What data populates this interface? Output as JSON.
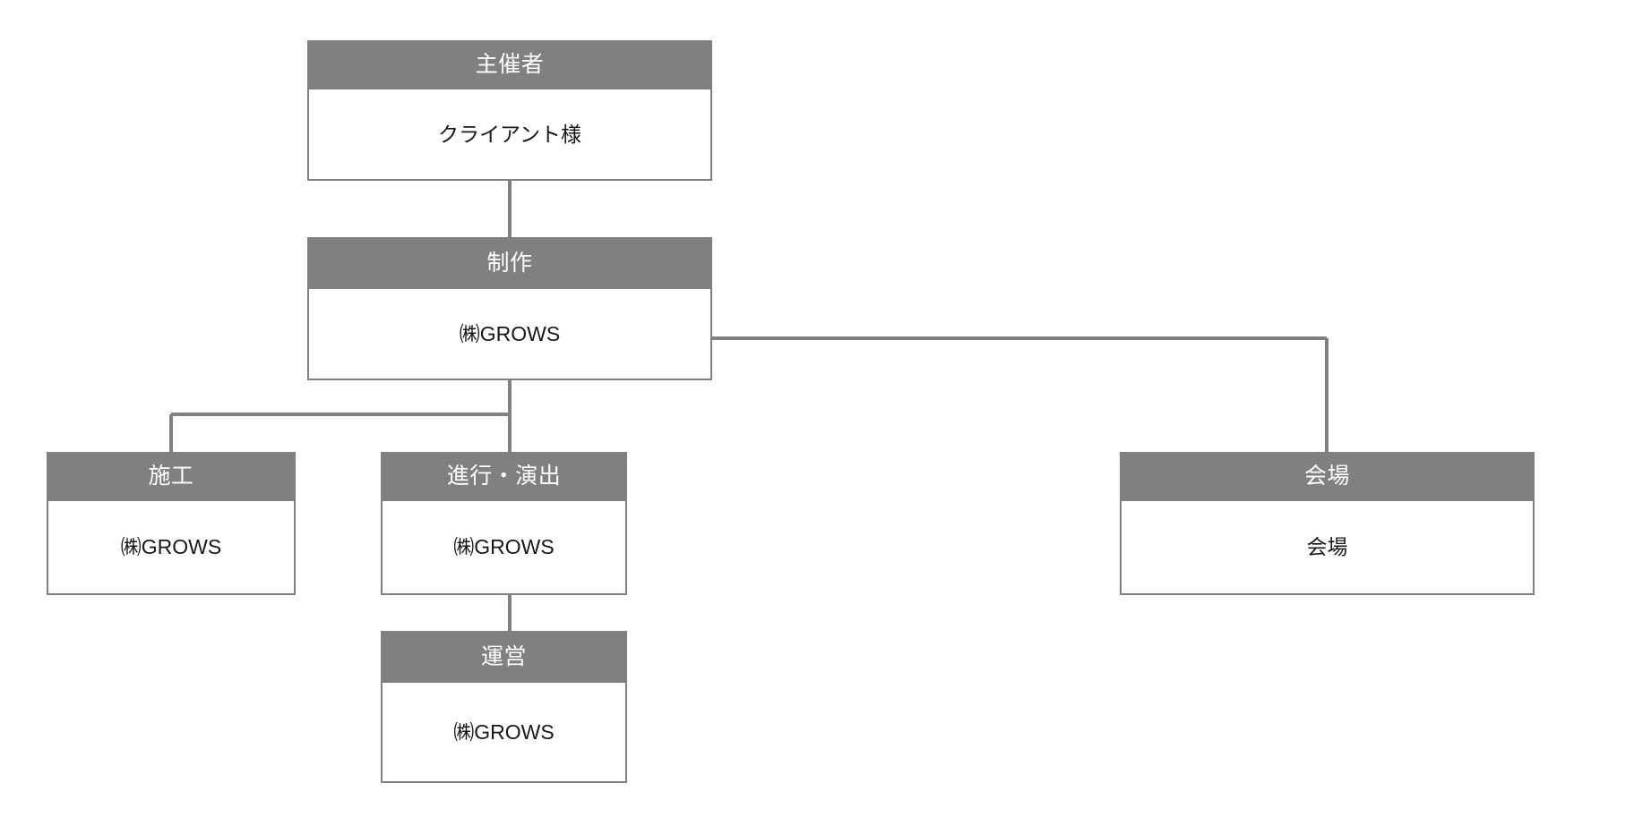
{
  "diagram": {
    "type": "organization-chart",
    "title": "",
    "colors": {
      "header_fill": "#808080",
      "header_text": "#ffffff",
      "body_fill": "#ffffff",
      "body_text": "#181818",
      "border": "#808080",
      "connector": "#808080",
      "background": "#ffffff"
    },
    "nodes": [
      {
        "id": "host",
        "header": "主催者",
        "body": "クライアント様"
      },
      {
        "id": "production",
        "header": "制作",
        "body": "㈱GROWS"
      },
      {
        "id": "construction",
        "header": "施工",
        "body": "㈱GROWS"
      },
      {
        "id": "staging",
        "header": "進行・演出",
        "body": "㈱GROWS"
      },
      {
        "id": "venue",
        "header": "会場",
        "body": "会場"
      },
      {
        "id": "operation",
        "header": "運営",
        "body": "㈱GROWS"
      }
    ],
    "edges": [
      {
        "from": "host",
        "to": "production"
      },
      {
        "from": "production",
        "to": "construction"
      },
      {
        "from": "production",
        "to": "staging"
      },
      {
        "from": "production",
        "to": "venue"
      },
      {
        "from": "staging",
        "to": "operation"
      }
    ]
  }
}
